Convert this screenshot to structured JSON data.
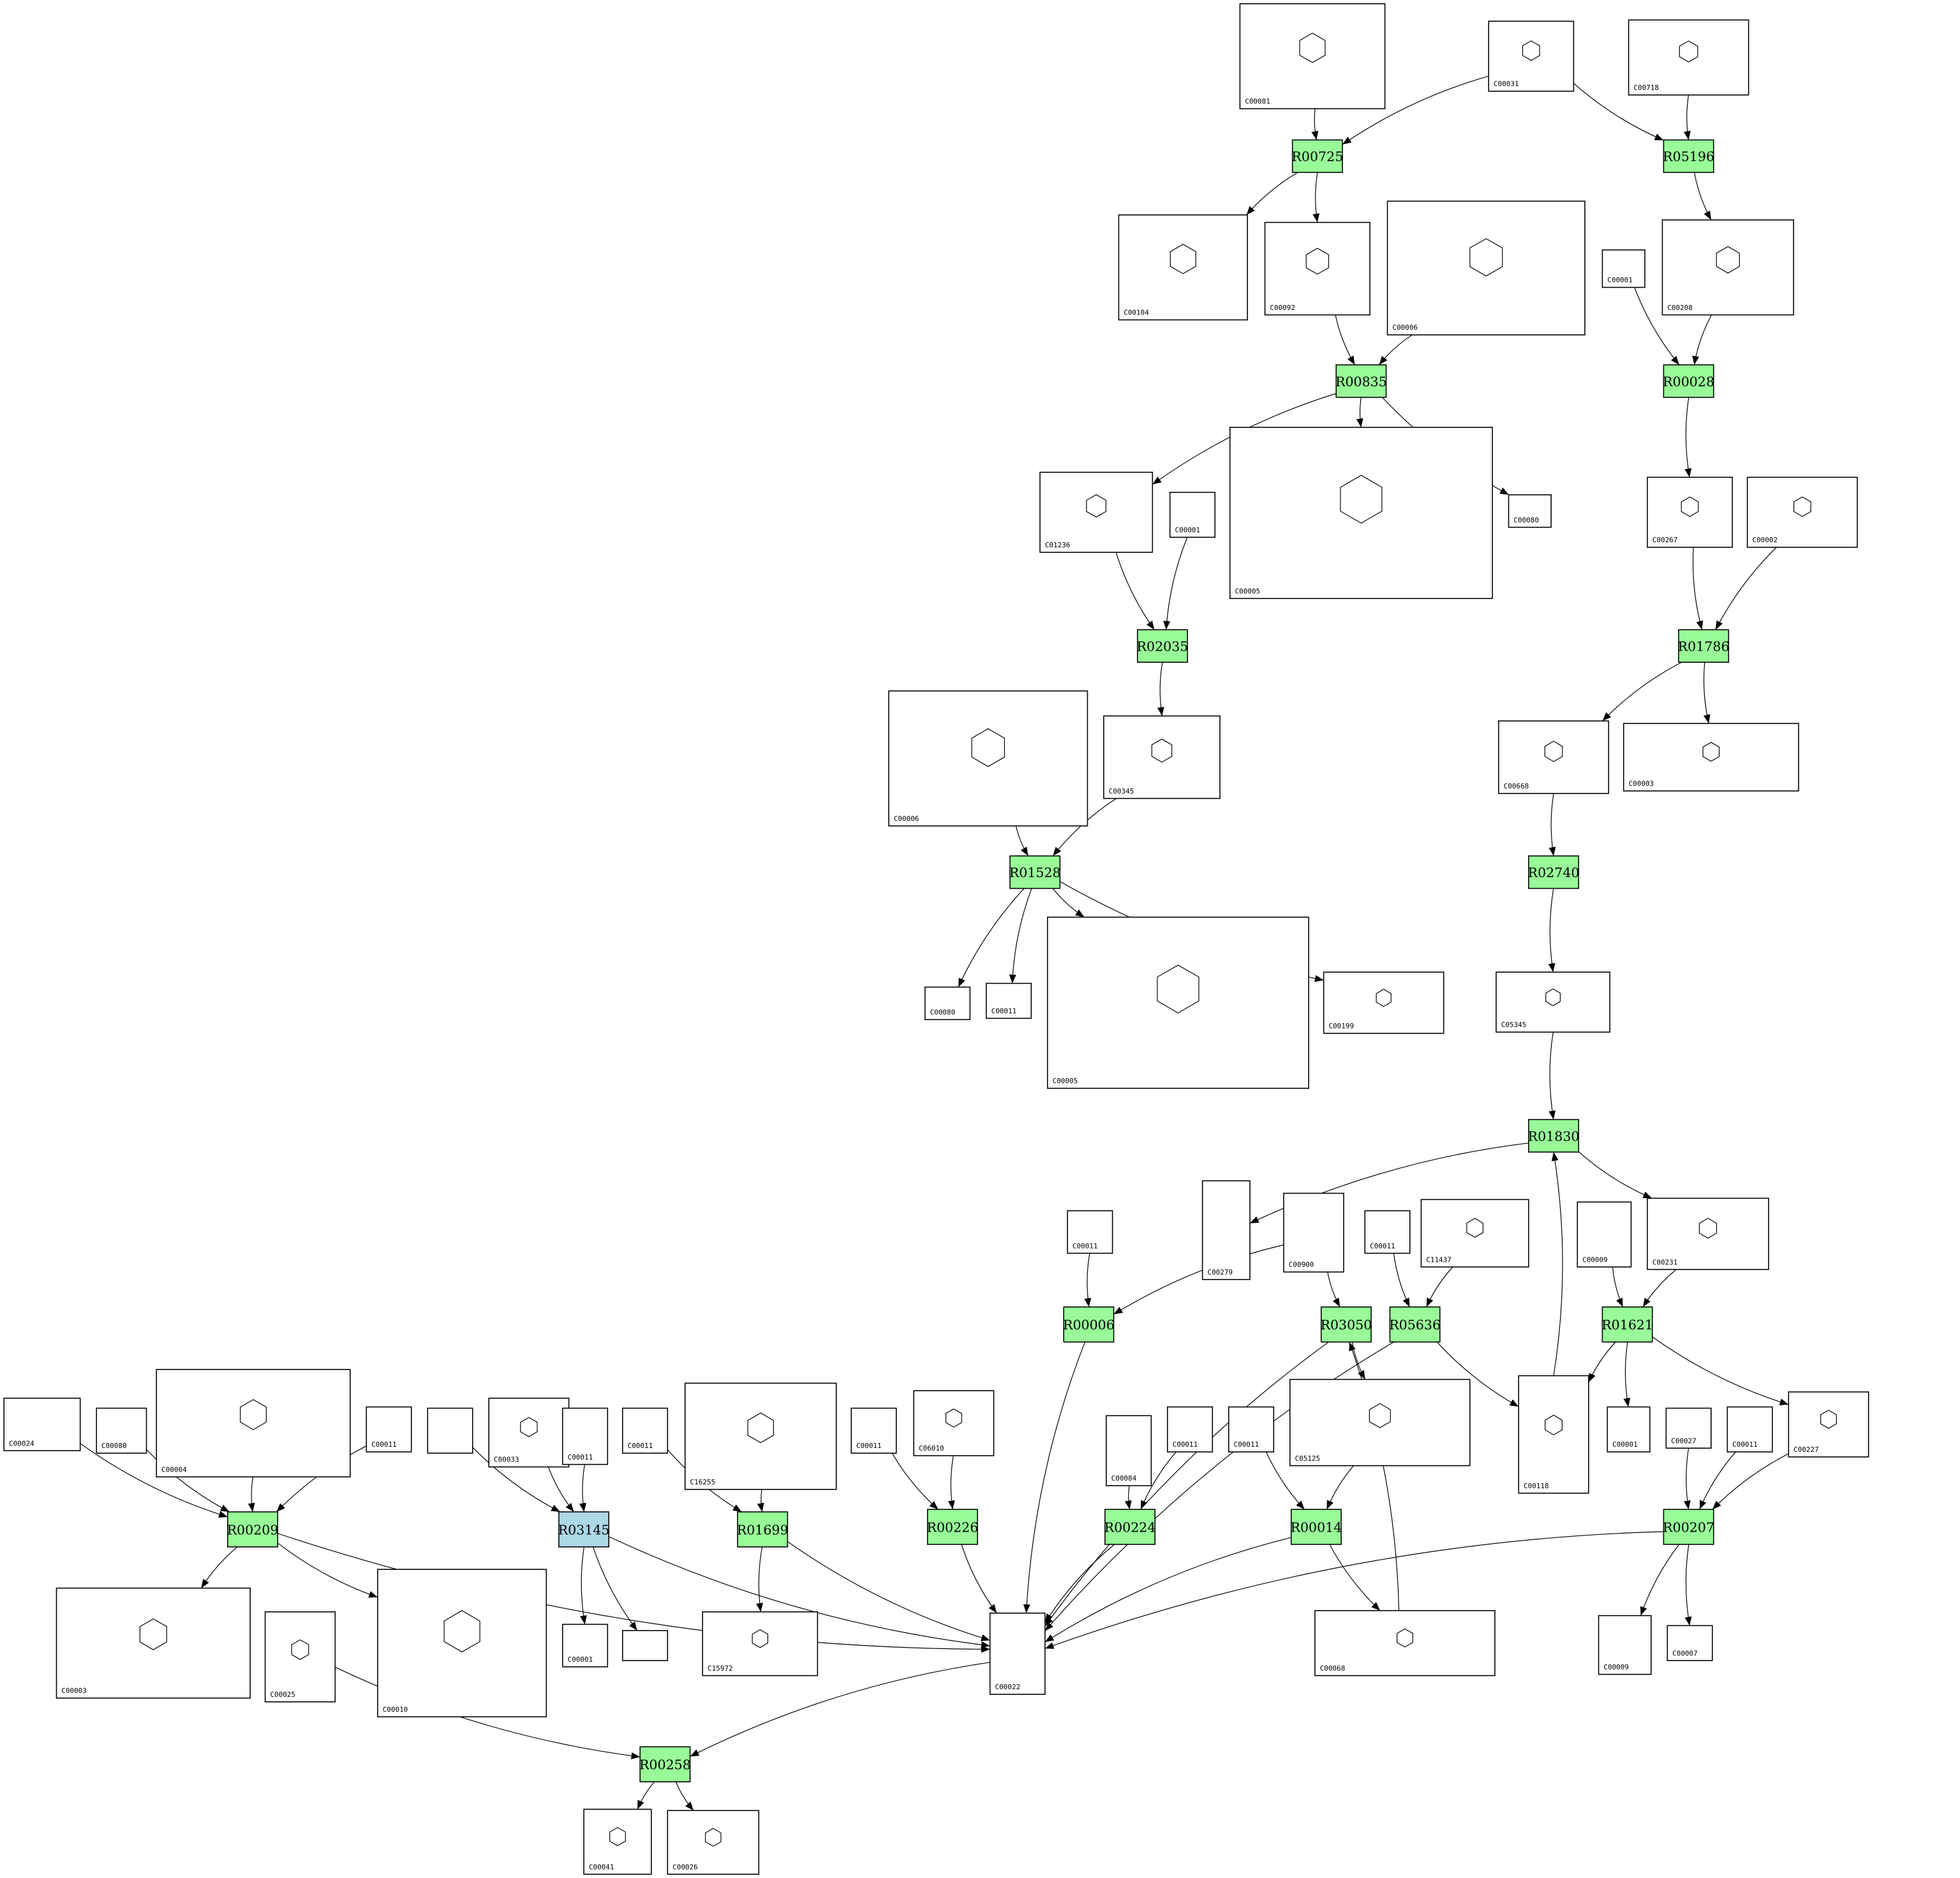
{
  "colors": {
    "reaction": "#98fb98",
    "reaction_highlight": "#add8e6",
    "compound": "#ffffff"
  },
  "nodes": {
    "c81": {
      "label": "C00081",
      "type": "compound"
    },
    "c31": {
      "label": "C00031",
      "type": "compound"
    },
    "c718": {
      "label": "C00718",
      "type": "compound"
    },
    "R00725": {
      "label": "R00725",
      "type": "reaction"
    },
    "R05196": {
      "label": "R05196",
      "type": "reaction"
    },
    "c104": {
      "label": "C00104",
      "type": "compound"
    },
    "c92": {
      "label": "C00092",
      "type": "compound"
    },
    "c6a": {
      "label": "C00006",
      "type": "compound"
    },
    "c1a": {
      "label": "C00001",
      "type": "compound"
    },
    "c208": {
      "label": "C00208",
      "type": "compound"
    },
    "R00835": {
      "label": "R00835",
      "type": "reaction"
    },
    "R00028": {
      "label": "R00028",
      "type": "reaction"
    },
    "c1236": {
      "label": "C01236",
      "type": "compound"
    },
    "c1b": {
      "label": "C00001",
      "type": "compound"
    },
    "c5a": {
      "label": "C00005",
      "type": "compound"
    },
    "c80a": {
      "label": "C00080",
      "type": "compound"
    },
    "c267": {
      "label": "C00267",
      "type": "compound"
    },
    "c2": {
      "label": "C00002",
      "type": "compound"
    },
    "R02035": {
      "label": "R02035",
      "type": "reaction"
    },
    "R01786": {
      "label": "R01786",
      "type": "reaction"
    },
    "c6b": {
      "label": "C00006",
      "type": "compound"
    },
    "c345": {
      "label": "C00345",
      "type": "compound"
    },
    "c668": {
      "label": "C00668",
      "type": "compound"
    },
    "c3a": {
      "label": "C00003",
      "type": "compound"
    },
    "R01528": {
      "label": "R01528",
      "type": "reaction"
    },
    "R02740": {
      "label": "R02740",
      "type": "reaction"
    },
    "c80b": {
      "label": "C00080",
      "type": "compound"
    },
    "c11a": {
      "label": "C00011",
      "type": "compound"
    },
    "c5b": {
      "label": "C00005",
      "type": "compound"
    },
    "c199": {
      "label": "C00199",
      "type": "compound"
    },
    "c5345": {
      "label": "C05345",
      "type": "compound"
    },
    "R01830": {
      "label": "R01830",
      "type": "reaction"
    },
    "c279": {
      "label": "C00279",
      "type": "compound"
    },
    "c900": {
      "label": "C00900",
      "type": "compound"
    },
    "c11b": {
      "label": "C00011",
      "type": "compound"
    },
    "c11437": {
      "label": "C11437",
      "type": "compound"
    },
    "c9a": {
      "label": "C00009",
      "type": "compound"
    },
    "c231": {
      "label": "C00231",
      "type": "compound"
    },
    "c11c": {
      "label": "C00011",
      "type": "compound"
    },
    "R00006": {
      "label": "R00006",
      "type": "reaction"
    },
    "R03050": {
      "label": "R03050",
      "type": "reaction"
    },
    "R05636": {
      "label": "R05636",
      "type": "reaction"
    },
    "R01621": {
      "label": "R01621",
      "type": "reaction"
    },
    "c24": {
      "label": "C00024",
      "type": "compound"
    },
    "c80c": {
      "label": "C00080",
      "type": "compound"
    },
    "c4": {
      "label": "C00004",
      "type": "compound"
    },
    "c11d": {
      "label": "C00011",
      "type": "compound"
    },
    "blank1": {
      "label": "",
      "type": "compound"
    },
    "c33": {
      "label": "C00033",
      "type": "compound"
    },
    "c11e": {
      "label": "C00011",
      "type": "compound"
    },
    "c11f": {
      "label": "C00011",
      "type": "compound"
    },
    "c16255": {
      "label": "C16255",
      "type": "compound"
    },
    "c11g": {
      "label": "C00011",
      "type": "compound"
    },
    "c6010": {
      "label": "C06010",
      "type": "compound"
    },
    "c84": {
      "label": "C00084",
      "type": "compound"
    },
    "c11h": {
      "label": "C00011",
      "type": "compound"
    },
    "c11i": {
      "label": "C00011",
      "type": "compound"
    },
    "c5125": {
      "label": "C05125",
      "type": "compound"
    },
    "c118": {
      "label": "C00118",
      "type": "compound"
    },
    "c1c": {
      "label": "C00001",
      "type": "compound"
    },
    "c27": {
      "label": "C00027",
      "type": "compound"
    },
    "c11j": {
      "label": "C00011",
      "type": "compound"
    },
    "c227": {
      "label": "C00227",
      "type": "compound"
    },
    "R00209": {
      "label": "R00209",
      "type": "reaction"
    },
    "R03145": {
      "label": "R03145",
      "type": "reaction_highlight"
    },
    "R01699": {
      "label": "R01699",
      "type": "reaction"
    },
    "R00226": {
      "label": "R00226",
      "type": "reaction"
    },
    "R00224": {
      "label": "R00224",
      "type": "reaction"
    },
    "R00014": {
      "label": "R00014",
      "type": "reaction"
    },
    "R00207": {
      "label": "R00207",
      "type": "reaction"
    },
    "c3b": {
      "label": "C00003",
      "type": "compound"
    },
    "c25": {
      "label": "C00025",
      "type": "compound"
    },
    "c10": {
      "label": "C00010",
      "type": "compound"
    },
    "c1d": {
      "label": "C00001",
      "type": "compound"
    },
    "blank2": {
      "label": "",
      "type": "compound"
    },
    "c15972": {
      "label": "C15972",
      "type": "compound"
    },
    "c22": {
      "label": "C00022",
      "type": "compound"
    },
    "c68": {
      "label": "C00068",
      "type": "compound"
    },
    "c9b": {
      "label": "C00009",
      "type": "compound"
    },
    "c7": {
      "label": "C00007",
      "type": "compound"
    },
    "R00258": {
      "label": "R00258",
      "type": "reaction"
    },
    "c41": {
      "label": "C00041",
      "type": "compound"
    },
    "c26": {
      "label": "C00026",
      "type": "compound"
    }
  },
  "edges": [
    [
      "c81",
      "R00725"
    ],
    [
      "c31",
      "R00725"
    ],
    [
      "c31",
      "R05196"
    ],
    [
      "c718",
      "R05196"
    ],
    [
      "R00725",
      "c104"
    ],
    [
      "R00725",
      "c92"
    ],
    [
      "c92",
      "R00835"
    ],
    [
      "c6a",
      "R00835"
    ],
    [
      "R05196",
      "c208"
    ],
    [
      "c1a",
      "R00028"
    ],
    [
      "c208",
      "R00028"
    ],
    [
      "R00835",
      "c1236"
    ],
    [
      "R00835",
      "c5a"
    ],
    [
      "R00835",
      "c80a"
    ],
    [
      "R00028",
      "c267"
    ],
    [
      "c1236",
      "R02035"
    ],
    [
      "c1b",
      "R02035"
    ],
    [
      "c267",
      "R01786"
    ],
    [
      "c2",
      "R01786"
    ],
    [
      "R02035",
      "c345"
    ],
    [
      "R01786",
      "c668"
    ],
    [
      "R01786",
      "c3a"
    ],
    [
      "c6b",
      "R01528"
    ],
    [
      "c345",
      "R01528"
    ],
    [
      "c668",
      "R02740"
    ],
    [
      "R01528",
      "c80b"
    ],
    [
      "R01528",
      "c11a"
    ],
    [
      "R01528",
      "c5b"
    ],
    [
      "R01528",
      "c199"
    ],
    [
      "R02740",
      "c5345"
    ],
    [
      "c5345",
      "R01830"
    ],
    [
      "R01830",
      "c279"
    ],
    [
      "R01830",
      "c231"
    ],
    [
      "c118",
      "R01830"
    ],
    [
      "c11c",
      "R00006"
    ],
    [
      "c900",
      "R00006"
    ],
    [
      "c900",
      "R03050"
    ],
    [
      "c11b",
      "R05636"
    ],
    [
      "c11437",
      "R05636"
    ],
    [
      "c9a",
      "R01621"
    ],
    [
      "c231",
      "R01621"
    ],
    [
      "R01621",
      "c118"
    ],
    [
      "R01621",
      "c1c"
    ],
    [
      "R01621",
      "c227"
    ],
    [
      "R05636",
      "c118"
    ],
    [
      "R03050",
      "c5125"
    ],
    [
      "R03050",
      "c22"
    ],
    [
      "R05636",
      "c22"
    ],
    [
      "R00006",
      "c22"
    ],
    [
      "c68",
      "R03050"
    ],
    [
      "c24",
      "R00209"
    ],
    [
      "c80c",
      "R00209"
    ],
    [
      "c4",
      "R00209"
    ],
    [
      "c11d",
      "R00209"
    ],
    [
      "blank1",
      "R03145"
    ],
    [
      "c33",
      "R03145"
    ],
    [
      "c11e",
      "R03145"
    ],
    [
      "c11f",
      "R01699"
    ],
    [
      "c16255",
      "R01699"
    ],
    [
      "c11g",
      "R00226"
    ],
    [
      "c6010",
      "R00226"
    ],
    [
      "c84",
      "R00224"
    ],
    [
      "c11h",
      "R00224"
    ],
    [
      "c11i",
      "R00014"
    ],
    [
      "c5125",
      "R00014"
    ],
    [
      "c27",
      "R00207"
    ],
    [
      "c11j",
      "R00207"
    ],
    [
      "c227",
      "R00207"
    ],
    [
      "R00209",
      "c3b"
    ],
    [
      "R00209",
      "c10"
    ],
    [
      "R00209",
      "c22"
    ],
    [
      "R03145",
      "c1d"
    ],
    [
      "R03145",
      "blank2"
    ],
    [
      "R03145",
      "c22"
    ],
    [
      "R01699",
      "c15972"
    ],
    [
      "R01699",
      "c22"
    ],
    [
      "R00226",
      "c22"
    ],
    [
      "R00224",
      "c22"
    ],
    [
      "R00014",
      "c22"
    ],
    [
      "R00014",
      "c68"
    ],
    [
      "R00207",
      "c22"
    ],
    [
      "R00207",
      "c9b"
    ],
    [
      "R00207",
      "c7"
    ],
    [
      "c25",
      "R00258"
    ],
    [
      "c22",
      "R00258"
    ],
    [
      "R00258",
      "c41"
    ],
    [
      "R00258",
      "c26"
    ]
  ]
}
